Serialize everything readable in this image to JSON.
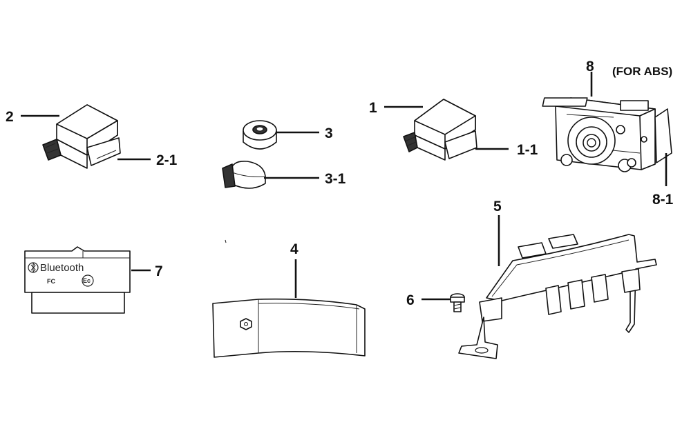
{
  "diagram": {
    "callouts": {
      "p1": "1",
      "p1_1": "1-1",
      "p2": "2",
      "p2_1": "2-1",
      "p3": "3",
      "p3_1": "3-1",
      "p4": "4",
      "p5": "5",
      "p6": "6",
      "p7": "7",
      "p8": "8",
      "p8_1": "8-1"
    },
    "abs_note": "(FOR ABS)",
    "module_markings": {
      "brand": "Bluetooth",
      "fcc": "FC",
      "ce": "Ec"
    }
  }
}
